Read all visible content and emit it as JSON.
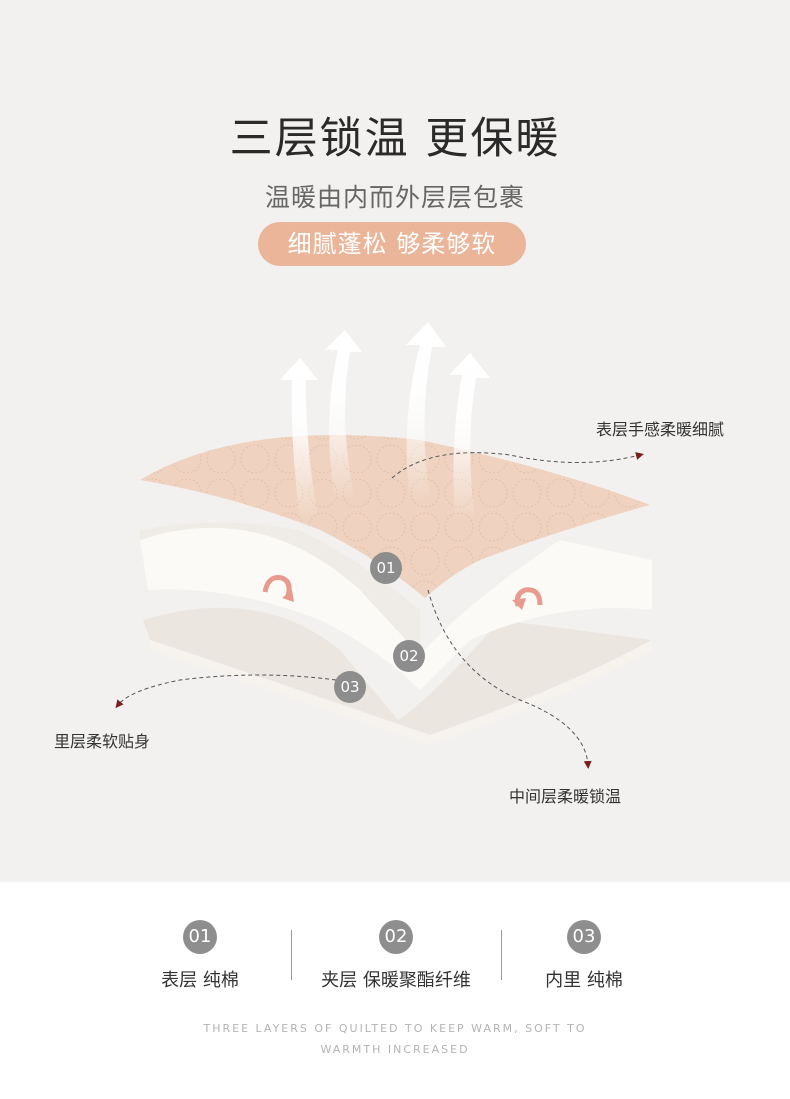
{
  "header": {
    "title": "三层锁温 更保暖",
    "subtitle": "温暖由内而外层层包裹",
    "pill": "细腻蓬松 够柔够软"
  },
  "callouts": {
    "top": "表层手感柔暖细腻",
    "left": "里层柔软贴身",
    "bottom": "中间层柔暖锁温"
  },
  "layer_numbers": [
    "01",
    "02",
    "03"
  ],
  "features": [
    {
      "num": "01",
      "label": "表层  纯棉"
    },
    {
      "num": "02",
      "label": "夹层  保暖聚酯纤维"
    },
    {
      "num": "03",
      "label": "内里  纯棉"
    }
  ],
  "english": {
    "line1": "THREE LAYERS OF QUILTED TO KEEP WARM, SOFT TO",
    "line2": "WARMTH INCREASED"
  },
  "colors": {
    "background": "#f2f1ef",
    "accent": "#eab598",
    "layer_top": "#efd6c4",
    "arrow": "#7a1f1f"
  }
}
